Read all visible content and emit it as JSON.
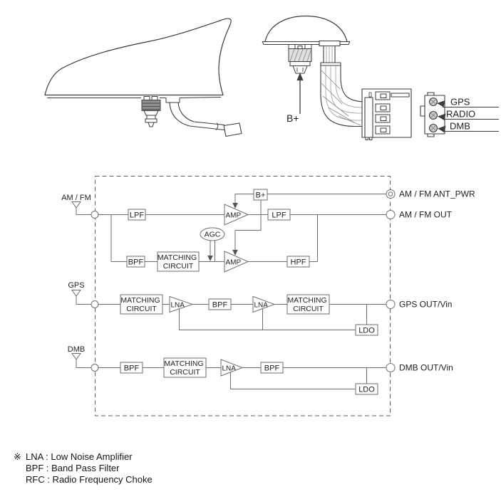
{
  "colors": {
    "illustration_line": "#3c3c3c",
    "diagram_line": "#6e6e6e",
    "text": "#1c1c1c",
    "background": "#ffffff"
  },
  "top_illustration": {
    "b_plus_label": "B+",
    "connector_ports": [
      {
        "label": "GPS"
      },
      {
        "label": "RADIO"
      },
      {
        "label": "DMB"
      }
    ]
  },
  "block_diagram": {
    "inputs": [
      {
        "label": "AM / FM"
      },
      {
        "label": "GPS"
      },
      {
        "label": "DMB"
      }
    ],
    "am_fm": {
      "lpf_in": "LPF",
      "amp_top": "AMP",
      "b_plus": "B+",
      "lpf_out": "LPF",
      "bpf": "BPF",
      "matching_line1": "MATCHING",
      "matching_line2": "CIRCUIT",
      "agc": "AGC",
      "amp_bottom": "AMP",
      "hpf": "HPF"
    },
    "gps": {
      "matching_in_line1": "MATCHING",
      "matching_in_line2": "CIRCUIT",
      "lna1": "LNA",
      "bpf": "BPF",
      "lna2": "LNA",
      "matching_out_line1": "MATCHING",
      "matching_out_line2": "CIRCUIT",
      "ldo": "LDO"
    },
    "dmb": {
      "bpf_in": "BPF",
      "matching_line1": "MATCHING",
      "matching_line2": "CIRCUIT",
      "lna": "LNA",
      "bpf_out": "BPF",
      "ldo": "LDO"
    },
    "terminals": [
      {
        "label": "AM / FM ANT_PWR"
      },
      {
        "label": "AM / FM OUT"
      },
      {
        "label": "GPS OUT/Vin"
      },
      {
        "label": "DMB OUT/Vin"
      }
    ]
  },
  "legend": {
    "marker": "※",
    "items": [
      {
        "text": "LNA : Low Noise Amplifier"
      },
      {
        "text": "BPF : Band Pass Filter"
      },
      {
        "text": "RFC : Radio Frequency Choke"
      }
    ]
  }
}
